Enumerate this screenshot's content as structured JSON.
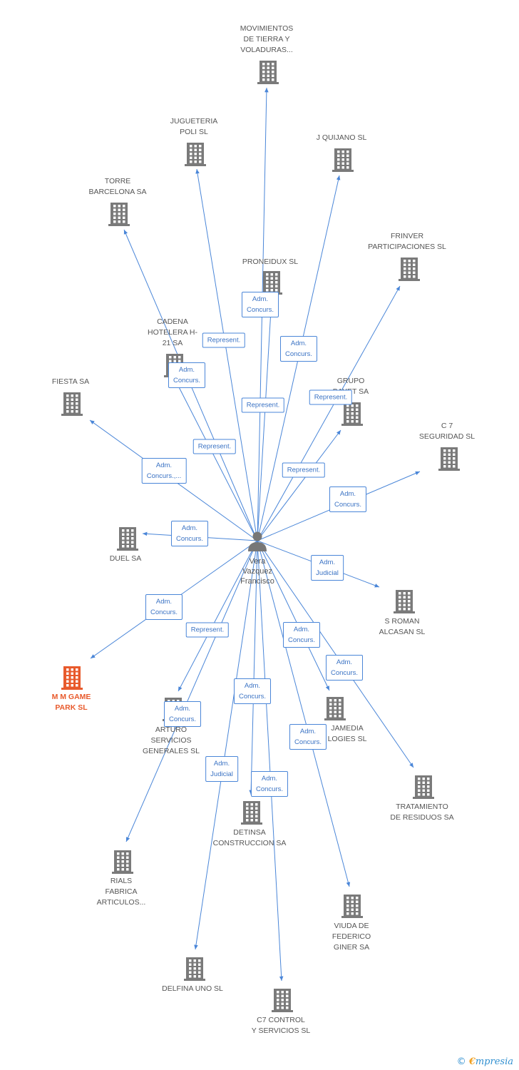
{
  "person": {
    "name": "Vera\nVazquez\nFrancisco"
  },
  "colors": {
    "edge": "#4a86d8",
    "building": "#7a7a7a",
    "highlight": "#e85a2c"
  },
  "companies": [
    {
      "id": "movimientos",
      "label": "MOVIMIENTOS\nDE TIERRA Y\nVOLADURAS..."
    },
    {
      "id": "jugueteria",
      "label": "JUGUETERIA\nPOLI SL"
    },
    {
      "id": "jquijano",
      "label": "J QUIJANO SL"
    },
    {
      "id": "torre",
      "label": "TORRE\nBARCELONA SA"
    },
    {
      "id": "frinver",
      "label": "FRINVER\nPARTICIPACIONES SL"
    },
    {
      "id": "proneidux",
      "label": "PRONEIDUX  SL"
    },
    {
      "id": "cadena",
      "label": "CADENA\nHOTELERA H-\n21 SA"
    },
    {
      "id": "fiesta",
      "label": "FIESTA SA"
    },
    {
      "id": "grupo",
      "label": "GRUPO\nBAYET SA"
    },
    {
      "id": "c7seg",
      "label": "C 7\nSEGURIDAD SL"
    },
    {
      "id": "duel",
      "label": "DUEL SA"
    },
    {
      "id": "sroman",
      "label": "S ROMAN\nALCASAN SL"
    },
    {
      "id": "mmgame",
      "label": "M M GAME\nPARK SL",
      "highlight": true
    },
    {
      "id": "arturo",
      "label": "ARTURO\nSERVICIOS\nGENERALES SL"
    },
    {
      "id": "jamedia",
      "label": "JAMEDIA\nLOGIES SL"
    },
    {
      "id": "tratamiento",
      "label": "TRATAMIENTO\nDE RESIDUOS SA"
    },
    {
      "id": "detinsa",
      "label": "DETINSA\nCONSTRUCCION SA"
    },
    {
      "id": "rials",
      "label": "RIALS\nFABRICA\nARTICULOS..."
    },
    {
      "id": "viuda",
      "label": "VIUDA DE\nFEDERICO\nGINER SA"
    },
    {
      "id": "delfina",
      "label": "DELFINA UNO SL"
    },
    {
      "id": "c7control",
      "label": "C7 CONTROL\nY SERVICIOS SL"
    }
  ],
  "relations": [
    {
      "target": "movimientos",
      "label": "Adm.\nConcurs."
    },
    {
      "target": "jugueteria",
      "label": "Represent."
    },
    {
      "target": "jquijano",
      "label": "Adm.\nConcurs."
    },
    {
      "target": "torre",
      "label": "Adm.\nConcurs."
    },
    {
      "target": "frinver",
      "label": "Represent."
    },
    {
      "target": "proneidux",
      "label": "Represent."
    },
    {
      "target": "cadena",
      "label": "Represent."
    },
    {
      "target": "fiesta",
      "label": "Adm.\nConcurs.,..."
    },
    {
      "target": "grupo",
      "label": "Represent."
    },
    {
      "target": "c7seg",
      "label": "Adm.\nConcurs."
    },
    {
      "target": "duel",
      "label": "Adm.\nConcurs."
    },
    {
      "target": "sroman",
      "label": "Adm.\nJudicial"
    },
    {
      "target": "mmgame",
      "label": "Adm.\nConcurs."
    },
    {
      "target": "arturo",
      "label": "Represent."
    },
    {
      "target": "jamedia",
      "label": "Adm.\nConcurs."
    },
    {
      "target": "tratamiento",
      "label": "Adm.\nConcurs."
    },
    {
      "target": "rials",
      "label": "Adm.\nConcurs."
    },
    {
      "target": "detinsa",
      "label": "Adm.\nConcurs."
    },
    {
      "target": "delfina",
      "label": "Adm.\nJudicial"
    },
    {
      "target": "c7control",
      "label": "Adm.\nConcurs."
    },
    {
      "target": "viuda",
      "label": "Adm.\nConcurs."
    }
  ],
  "footer": {
    "copyright": "©",
    "brand_initial": "€",
    "brand_rest": "mpresia"
  }
}
